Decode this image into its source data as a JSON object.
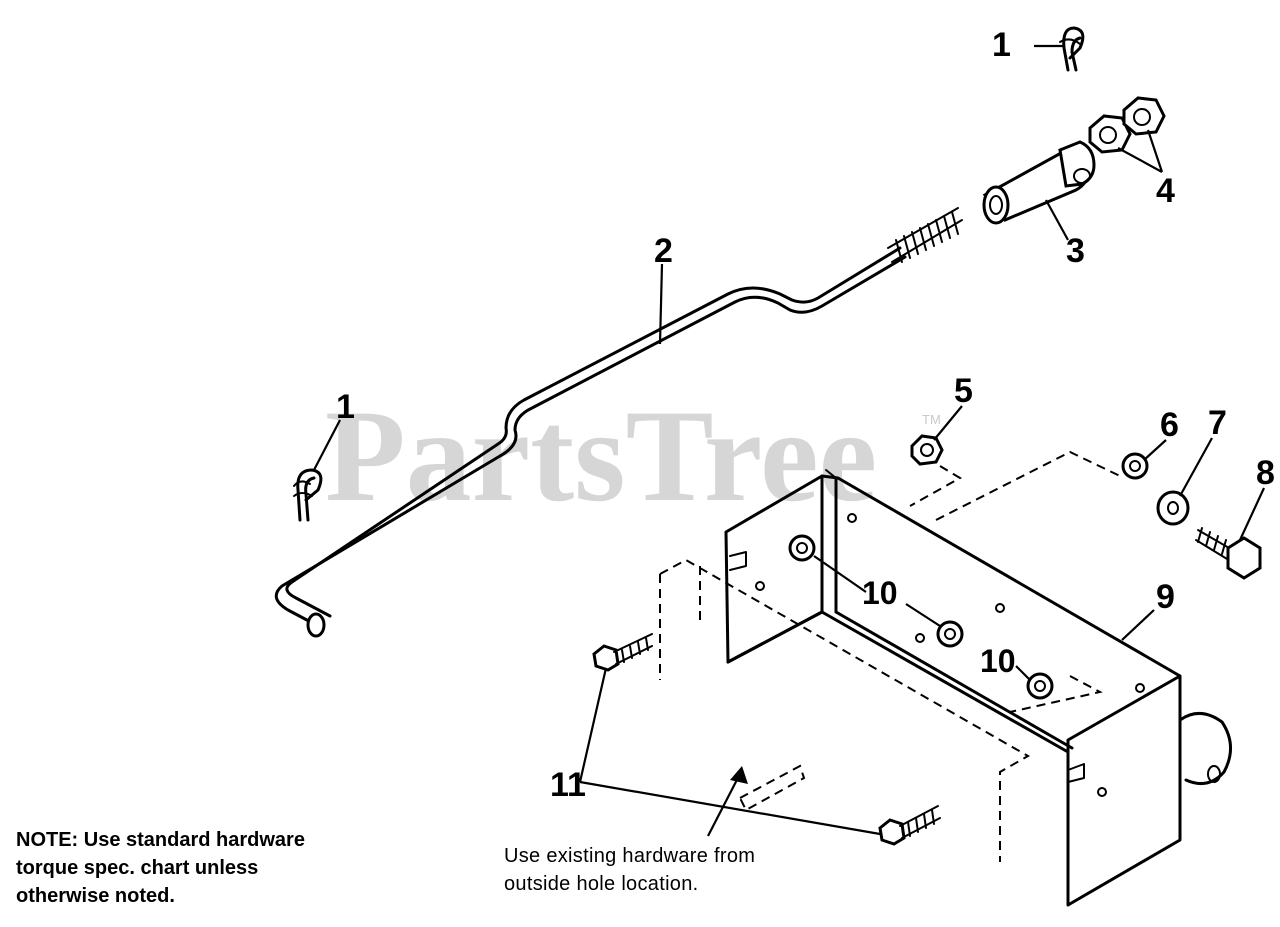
{
  "watermark": {
    "brand": "PartsTree",
    "trademark": "TM"
  },
  "callouts": {
    "c1_top": "1",
    "c1_left": "1",
    "c2": "2",
    "c3": "3",
    "c4": "4",
    "c5": "5",
    "c6": "6",
    "c7": "7",
    "c8": "8",
    "c9": "9",
    "c10_upper": "10",
    "c10_lower": "10",
    "c11": "11"
  },
  "notes": {
    "note_line1": "NOTE: Use standard hardware",
    "note_line2": "torque spec. chart unless",
    "note_line3": "otherwise noted.",
    "hardware_line1": "Use existing hardware from",
    "hardware_line2": "outside hole location."
  },
  "colors": {
    "ink": "#000000",
    "watermark": "#c9c9c9",
    "paper": "#ffffff"
  }
}
